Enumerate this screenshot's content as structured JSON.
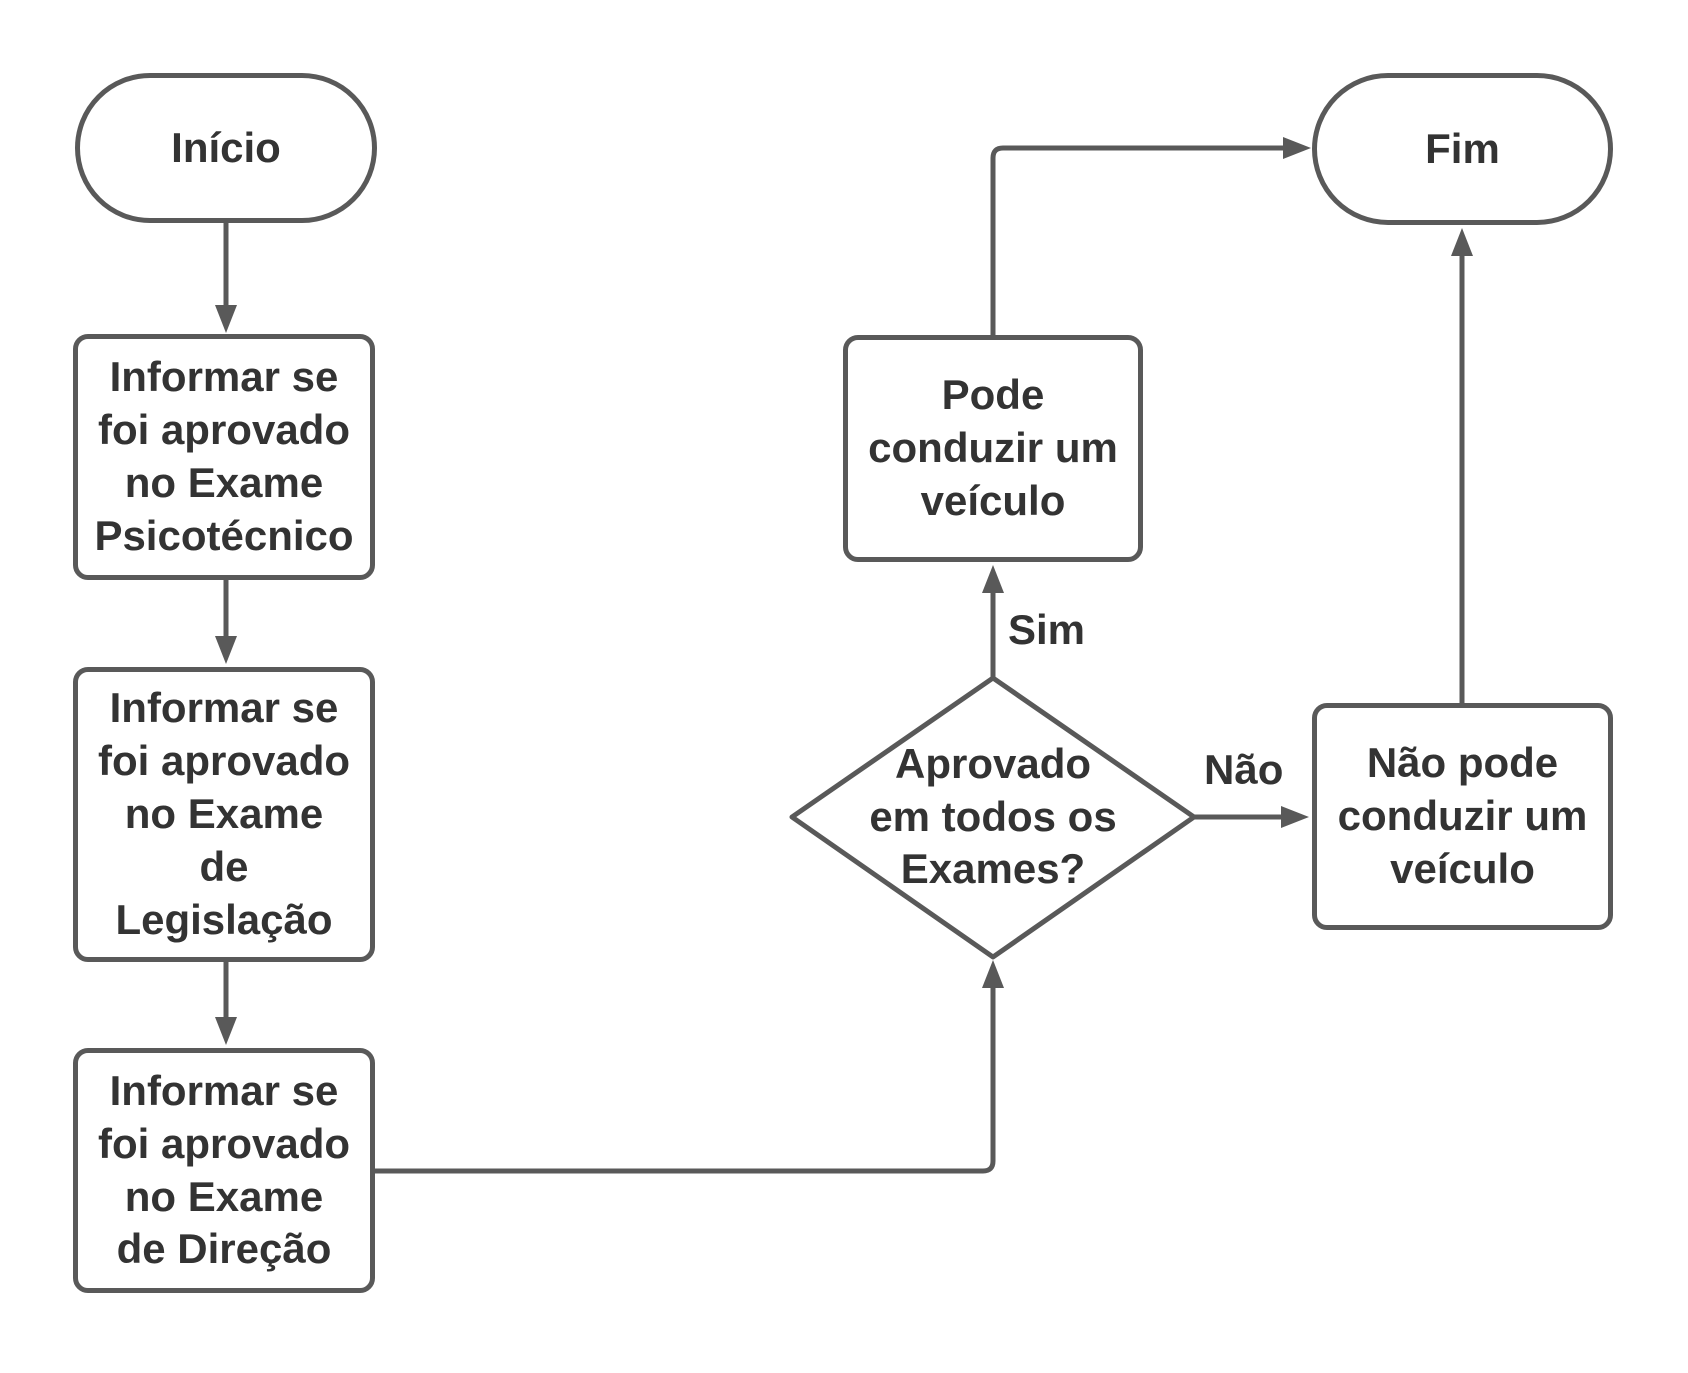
{
  "colors": {
    "stroke": "#595959",
    "text": "#333333",
    "bg": "#ffffff"
  },
  "nodes": {
    "inicio": {
      "label": "Início",
      "type": "terminator"
    },
    "exame_psicotecnico": {
      "label": "Informar se\nfoi aprovado\nno Exame\nPsicotécnico",
      "type": "process"
    },
    "exame_legislacao": {
      "label": "Informar se\nfoi aprovado\nno Exame\nde\nLegislação",
      "type": "process"
    },
    "exame_direcao": {
      "label": "Informar se\nfoi aprovado\nno Exame\nde Direção",
      "type": "process"
    },
    "decisao": {
      "label": "Aprovado\nem todos os\nExames?",
      "type": "decision"
    },
    "pode_conduzir": {
      "label": "Pode\nconduzir um\nveículo",
      "type": "process"
    },
    "nao_pode_conduzir": {
      "label": "Não pode\nconduzir um\nveículo",
      "type": "process"
    },
    "fim": {
      "label": "Fim",
      "type": "terminator"
    }
  },
  "edges": {
    "sim_label": "Sim",
    "nao_label": "Não"
  }
}
